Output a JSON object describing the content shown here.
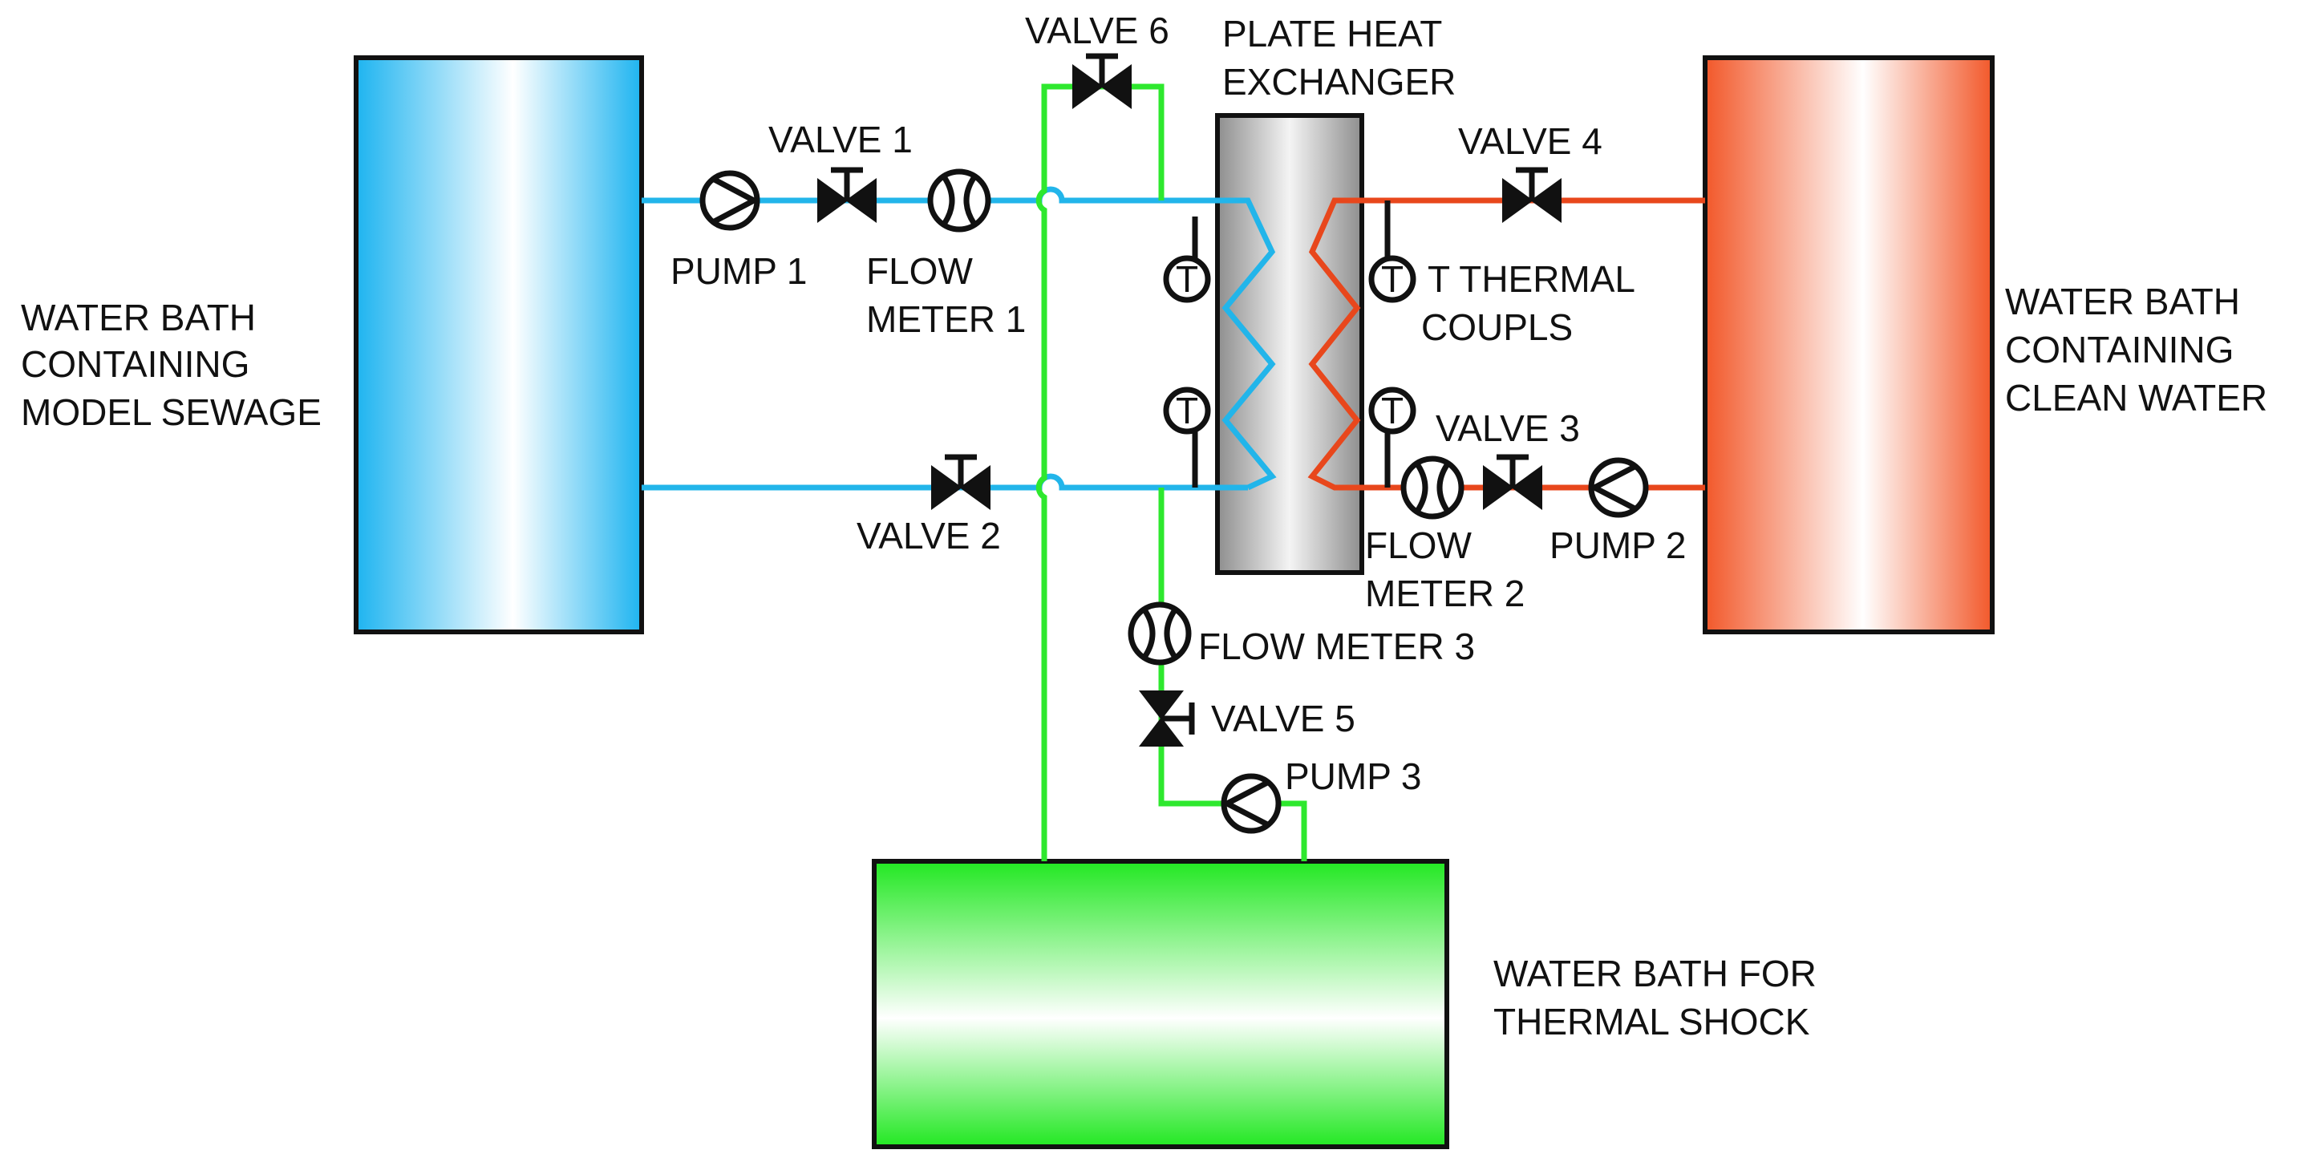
{
  "colors": {
    "sewage_pipe": "#22b5ea",
    "clean_pipe": "#e8471c",
    "shock_pipe": "#2ee82e",
    "sewage_tank": "#1eb4f0",
    "clean_tank": "#f2582a",
    "shock_tank": "#22e822",
    "exchanger": "#9a9a9a",
    "outline": "#111111"
  },
  "icons": {
    "pump": "pump-icon",
    "valve": "valve-icon",
    "flow_meter": "flow-meter-icon",
    "thermocouple": "thermocouple-icon"
  },
  "labels": {
    "sewage_tank": [
      "WATER BATH",
      "CONTAINING",
      "MODEL SEWAGE"
    ],
    "clean_tank": [
      "WATER BATH",
      "CONTAINING",
      "CLEAN WATER"
    ],
    "shock_tank": [
      "WATER BATH FOR",
      "THERMAL SHOCK"
    ],
    "exchanger": [
      "PLATE HEAT",
      "EXCHANGER"
    ],
    "thermocouples": [
      "T THERMAL",
      "COUPLS"
    ],
    "pump1": "PUMP 1",
    "pump2": "PUMP 2",
    "pump3": "PUMP 3",
    "valve1": "VALVE 1",
    "valve2": "VALVE 2",
    "valve3": "VALVE 3",
    "valve4": "VALVE 4",
    "valve5": "VALVE 5",
    "valve6": "VALVE 6",
    "flow_meter1": [
      "FLOW",
      "METER 1"
    ],
    "flow_meter2": [
      "FLOW",
      "METER 2"
    ],
    "flow_meter3": "FLOW METER 3",
    "thermocouple_symbol": "T"
  }
}
